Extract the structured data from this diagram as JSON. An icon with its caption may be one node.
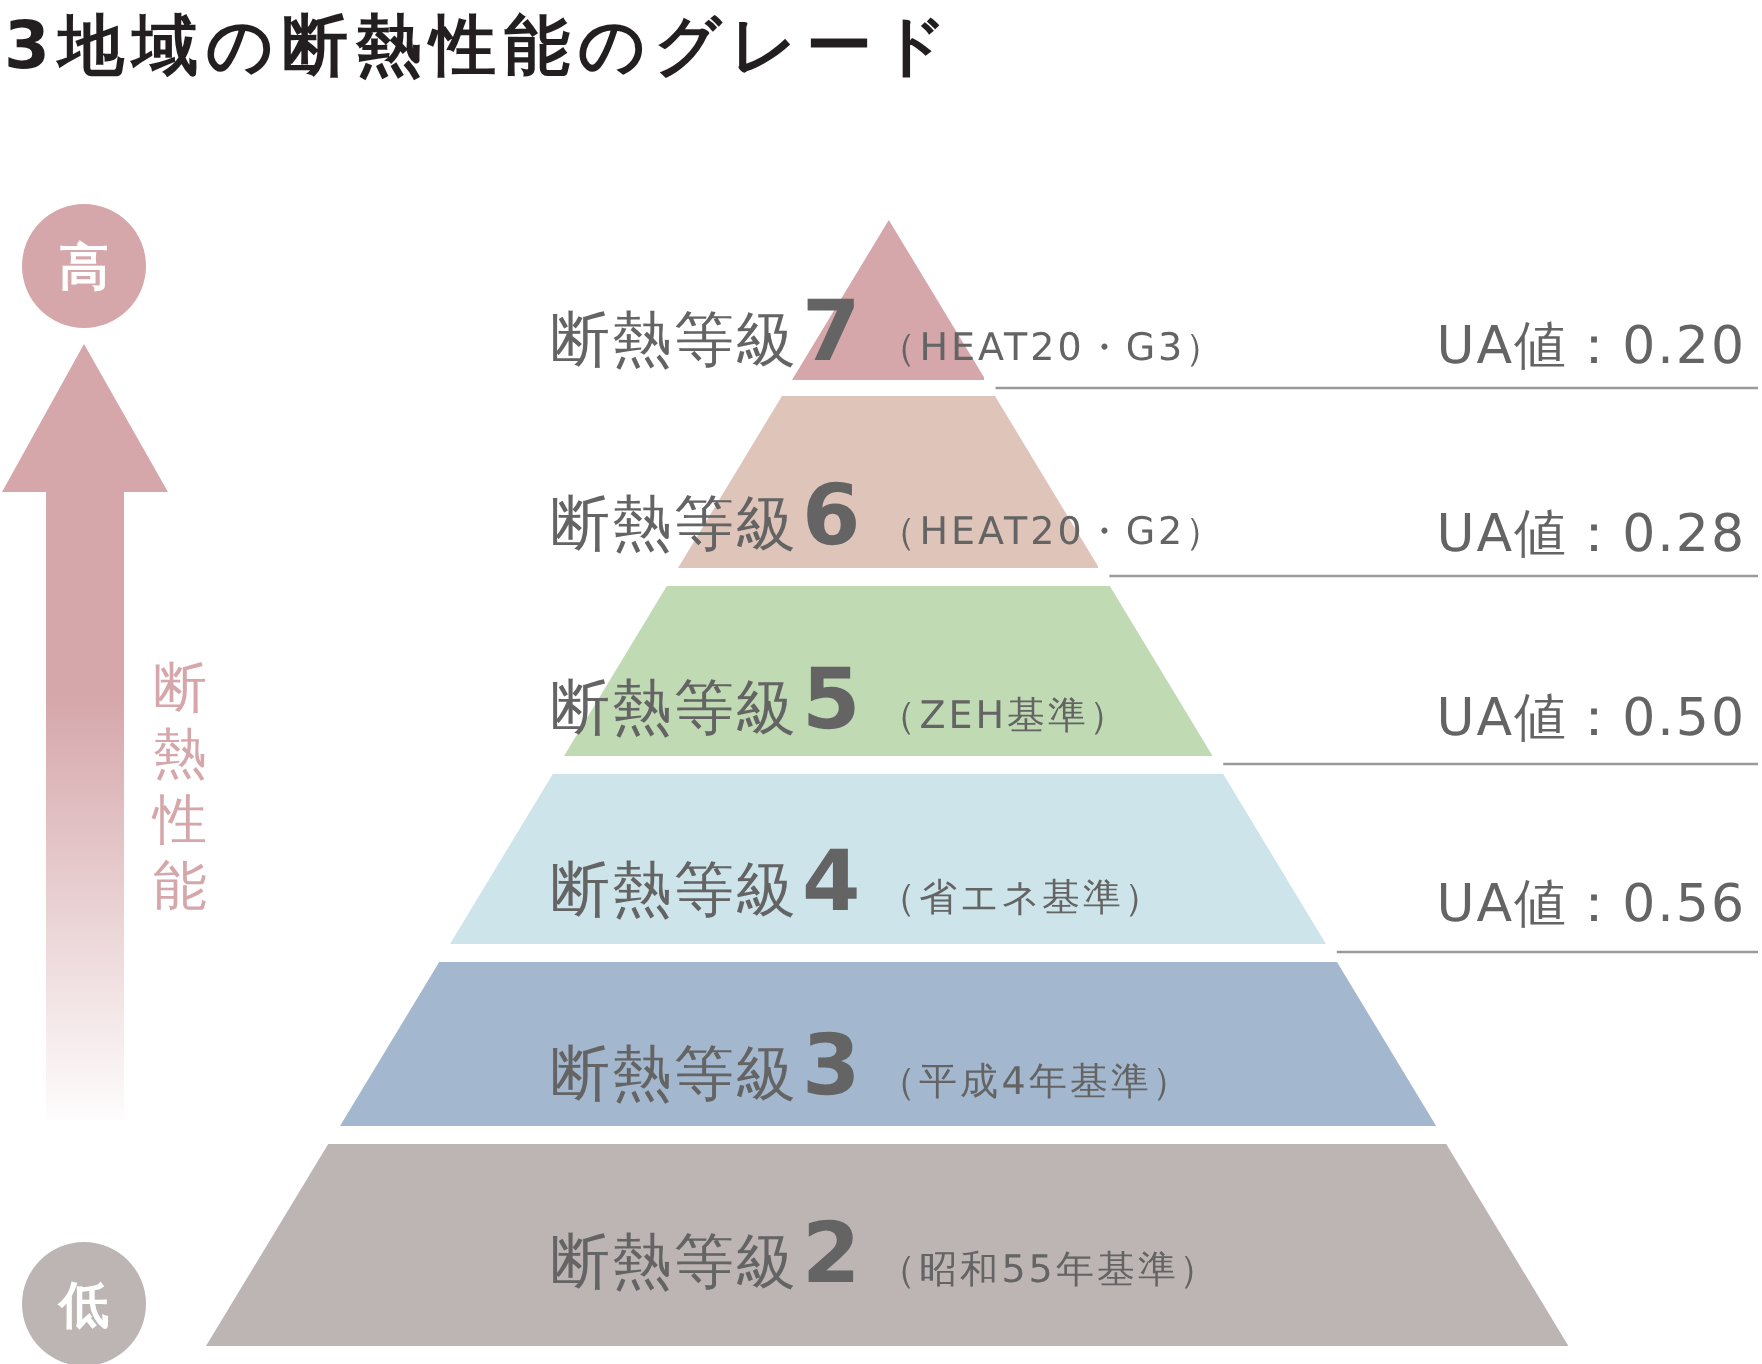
{
  "diagram": {
    "title": "3地域の断熱性能のグレード",
    "nodes": [
      {
        "text": [
          "高"
        ]
      },
      {
        "text": [
          "断熱等級**7**",
          "（HEAT20・G3）"
        ]
      },
      {
        "text": [
          "UA値：0.20"
        ]
      },
      {
        "text": [
          "断熱等級**6**",
          "（HEAT20・G2）"
        ]
      },
      {
        "text": [
          "UA値：0.28"
        ]
      },
      {
        "text": [
          "断熱等級**5**",
          "（ZEH基準）"
        ]
      },
      {
        "text": [
          "UA値：0.50"
        ]
      },
      {
        "text": [
          "断熱等級**4**",
          "（省エネ基準）"
        ]
      },
      {
        "text": [
          "UA値：0.56"
        ]
      },
      {
        "text": [
          "断熱等級**3**",
          "（平成4年基準）"
        ]
      },
      {
        "text": [
          "断熱等級**2**",
          "（昭和55年基準）"
        ]
      },
      {
        "text": [
          "低"
        ]
      }
    ],
    "edges": [
      {
        "from": 2,
        "to": 1,
        "arrow": "none"
      },
      {
        "from": 4,
        "to": 3,
        "arrow": "none"
      },
      {
        "from": 6,
        "to": 5,
        "arrow": "none"
      },
      {
        "from": 8,
        "to": 7,
        "arrow": "none"
      }
    ],
    "labels": [
      "断熱性能"
    ]
  }
}
